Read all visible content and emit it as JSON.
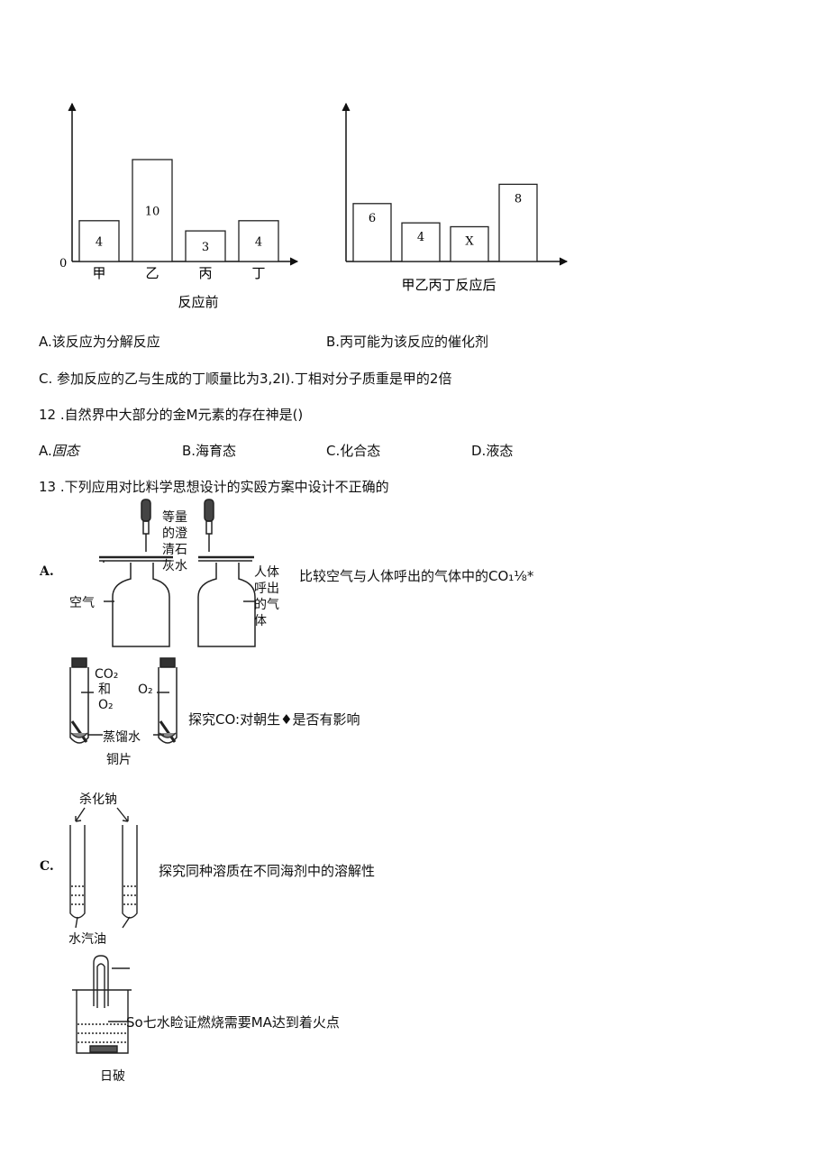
{
  "chart_data": [
    {
      "type": "bar",
      "categories": [
        "甲",
        "乙",
        "丙",
        "丁"
      ],
      "values": [
        4,
        10,
        3,
        4
      ],
      "title": "",
      "xlabel": "反应前",
      "ylabel": "",
      "origin_label": "0"
    },
    {
      "type": "bar",
      "categories": [
        "甲",
        "乙",
        "丙",
        "丁"
      ],
      "values": [
        6,
        4,
        null,
        8
      ],
      "value_labels": [
        "6",
        "4",
        "X",
        "8"
      ],
      "title": "",
      "xlabel": "甲乙丙丁反应后",
      "ylabel": ""
    }
  ],
  "q11": {
    "optA": "A.该反应为分解反应",
    "optB": "B.丙可能为该反应的催化剂",
    "optCD": "C. 参加反应的乙与生成的丁顺量比为3,2I).丁相对分子质重是甲的2倍"
  },
  "q12": {
    "stem": "12 .自然界中大部分的金M元素的存在神是()",
    "optA_letter": "A.",
    "optA_text": "固态",
    "optB": "B.海育态",
    "optC": "C.化合态",
    "optD": "D.液态"
  },
  "q13": {
    "stem": "13 .下列应用对比料学思想设计的实殴方案中设计不正确的",
    "a": {
      "letter": "A.",
      "drop_label": [
        "等量",
        "的澄",
        "清石",
        "灰水"
      ],
      "left_gas": "空气",
      "right_gas": [
        "人体",
        "呼出",
        "的气",
        "体"
      ],
      "desc": "比较空气与人体呼出的气体中的CO₁⅛*"
    },
    "b": {
      "left_gas": [
        "CO₂",
        "和",
        "O₂"
      ],
      "right_gas": "O₂",
      "water": "蒸馏水",
      "copper": "铜片",
      "desc": "探究CO:对朝生♦是否有影响"
    },
    "c": {
      "letter": "C.",
      "solute": "杀化钠",
      "solvents": "水汽油",
      "desc": "探究同种溶质在不同海剂中的溶解性"
    },
    "d": {
      "desc": "So七水睑证燃烧需要MA达到着火点",
      "bottom": "日破"
    }
  }
}
